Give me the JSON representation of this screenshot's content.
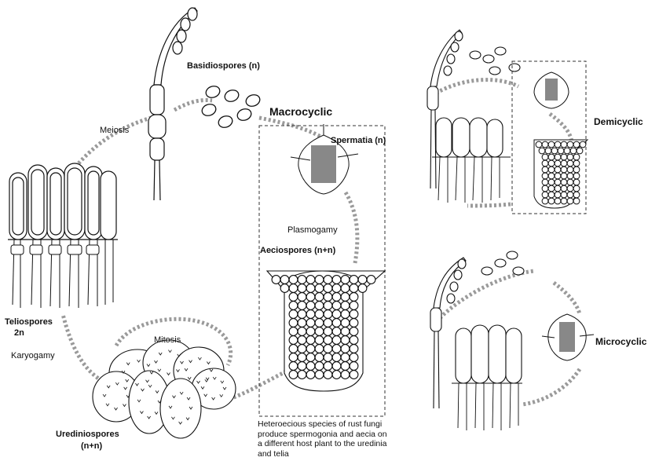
{
  "labels": {
    "basidiospores": "Basidiospores (n)",
    "macrocyclic": "Macrocyclic",
    "meiosis": "Meiosis",
    "spermatia": "Spermatia (n)",
    "plasmogamy": "Plasmogamy",
    "aeciospores": "Aeciospores (n+n)",
    "teliospores_line1": "Teliospores",
    "teliospores_line2": "2n",
    "karyogamy": "Karyogamy",
    "mitosis": "Mitosis",
    "urediniospores_line1": "Urediniospores",
    "urediniospores_line2": "(n+n)",
    "demicyclic": "Demicyclic",
    "microcyclic": "Microcyclic"
  },
  "note": {
    "line1": "Heteroecious species of rust fungi",
    "line2": "produce spermogonia and aecia on",
    "line3": "a different host plant to the uredinia",
    "line4": "and telia"
  },
  "colors": {
    "arrow": "#9a9a9a",
    "ink": "#111111",
    "fill": "#ffffff"
  }
}
